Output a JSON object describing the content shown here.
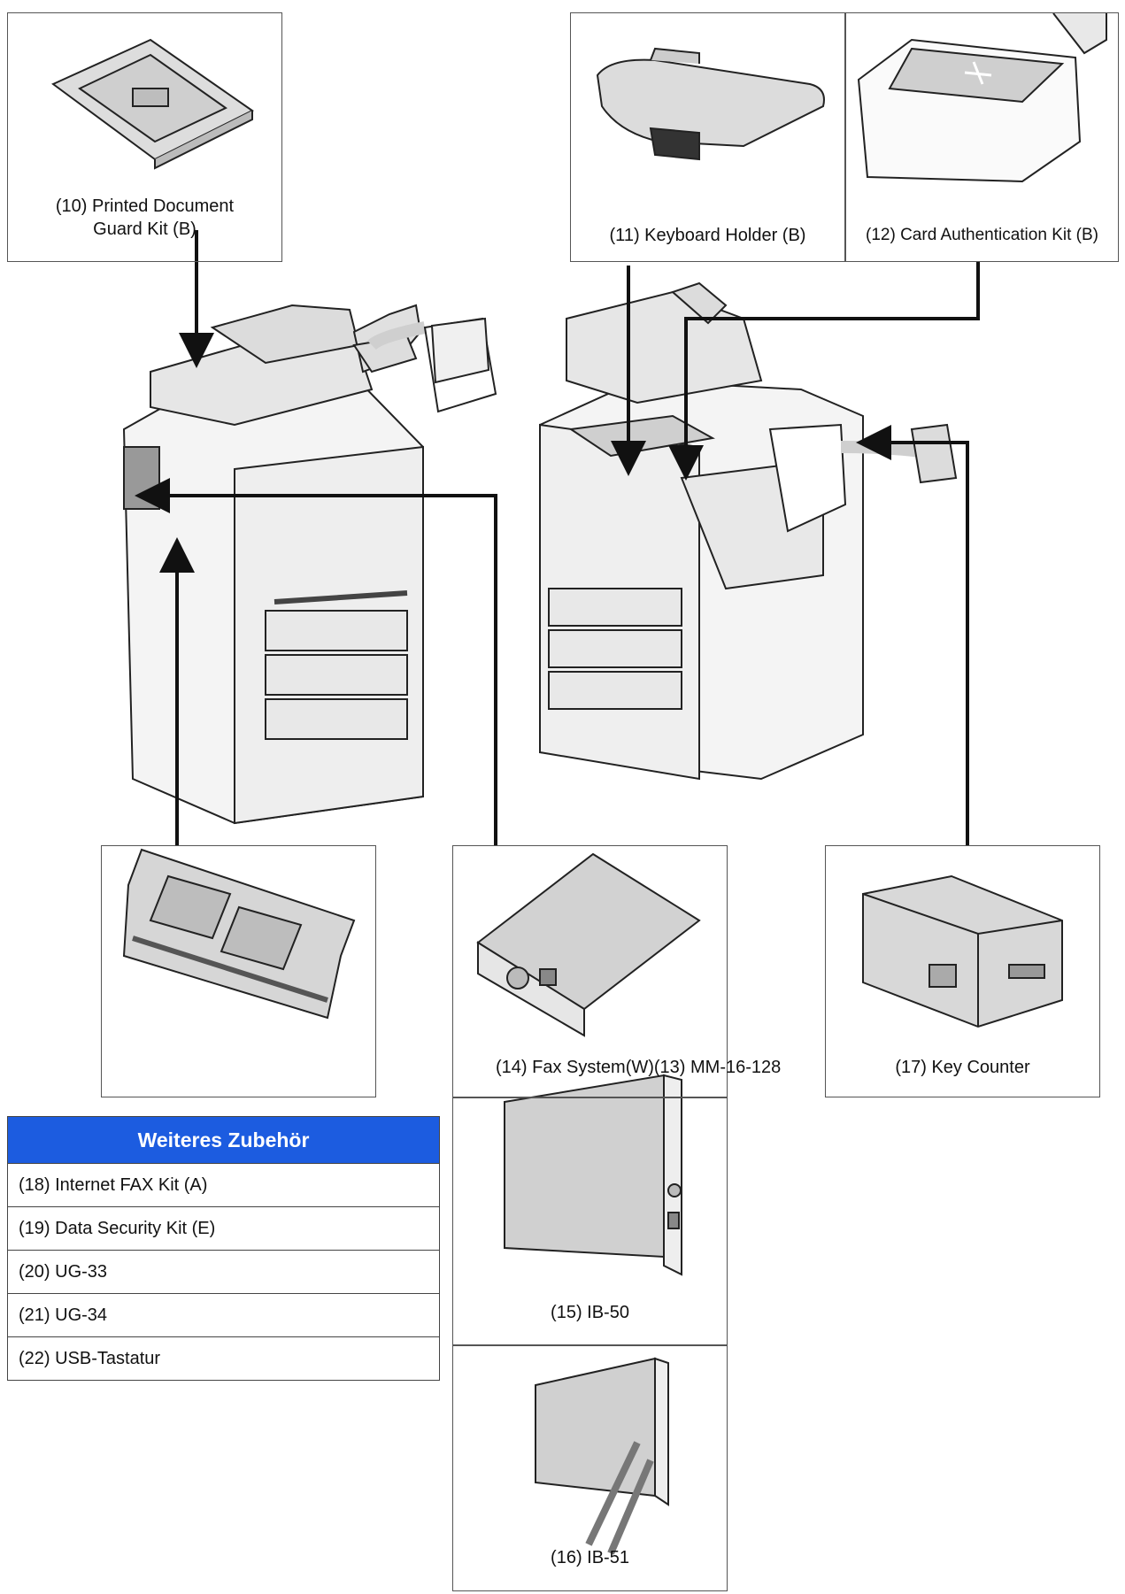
{
  "options": {
    "printed_document_guard_kit": "(10) Printed Document\nGuard Kit (B)",
    "keyboard_holder": "(11) Keyboard Holder (B)",
    "card_authentication_kit": "(12) Card Authentication Kit (B)",
    "fax_system_mm": "(14) Fax System(W)(13) MM-16-128",
    "key_counter": "(17) Key Counter",
    "ib50": "(15) IB-50",
    "ib51": "(16) IB-51"
  },
  "legend": {
    "title": "Weiteres Zubehör",
    "items": [
      "(18) Internet FAX Kit (A)",
      "(19) Data Security Kit (E)",
      "(20) UG-33",
      "(21) UG-34",
      "(22) USB-Tastatur"
    ]
  },
  "colors": {
    "legend_header": "#1c5ce0",
    "line": "#111111",
    "device_fill": "#f4f4f4"
  }
}
